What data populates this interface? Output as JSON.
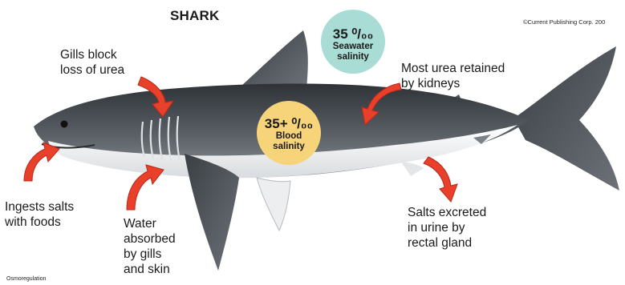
{
  "title": "SHARK",
  "copyright": "©Current Publishing Corp. 200",
  "footer": "Osmoregulation",
  "bubbles": {
    "seawater": {
      "value": "35 ⁰/₀₀",
      "label_line1": "Seawater",
      "label_line2": "salinity",
      "color": "#a8dcd4"
    },
    "blood": {
      "value": "35+ ⁰/₀₀",
      "label_line1": "Blood",
      "label_line2": "salinity",
      "color": "#f7d37a"
    }
  },
  "labels": {
    "gills_block": [
      "Gills block",
      "loss of urea"
    ],
    "urea_kidneys": [
      "Most urea retained",
      "by kidneys"
    ],
    "ingests": [
      "Ingests salts",
      "with foods"
    ],
    "water": [
      "Water",
      "absorbed",
      "by gills",
      "and skin"
    ],
    "salts_excreted": [
      "Salts excreted",
      "in urine by",
      "rectal gland"
    ]
  },
  "colors": {
    "arrow": "#e8402a",
    "shark_back": "#4f5459",
    "shark_belly": "#f4f4f4"
  }
}
